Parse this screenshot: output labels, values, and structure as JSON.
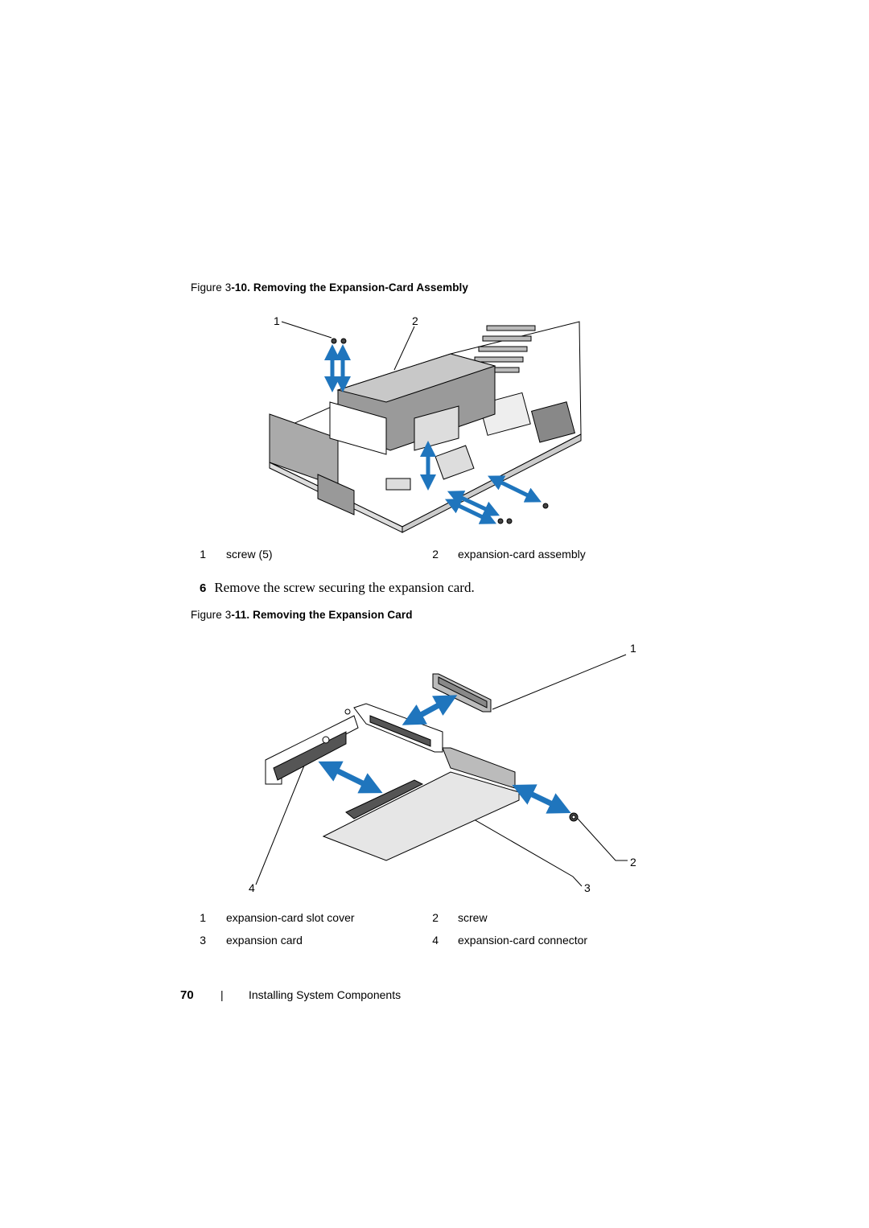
{
  "figure10": {
    "caption_prefix": "Figure 3",
    "caption_rest": "-10.    Removing the Expansion-Card Assembly",
    "callouts": [
      "1",
      "2"
    ],
    "legend": [
      {
        "num": "1",
        "text": "screw (5)"
      },
      {
        "num": "2",
        "text": "expansion-card assembly"
      }
    ]
  },
  "step": {
    "number": "6",
    "text": "Remove the screw securing the expansion card."
  },
  "figure11": {
    "caption_prefix": "Figure 3",
    "caption_rest": "-11.    Removing the Expansion Card",
    "callouts": [
      "1",
      "2",
      "3",
      "4"
    ],
    "legend": [
      {
        "num": "1",
        "text": "expansion-card slot cover"
      },
      {
        "num": "2",
        "text": "screw"
      },
      {
        "num": "3",
        "text": "expansion card"
      },
      {
        "num": "4",
        "text": "expansion-card connector"
      }
    ]
  },
  "footer": {
    "page_number": "70",
    "separator": "|",
    "section": "Installing System Components"
  },
  "colors": {
    "arrow_blue": "#1f75bd",
    "line": "#000000",
    "card_fill": "#e6e6e6",
    "dark_fill": "#9a9a9a"
  }
}
